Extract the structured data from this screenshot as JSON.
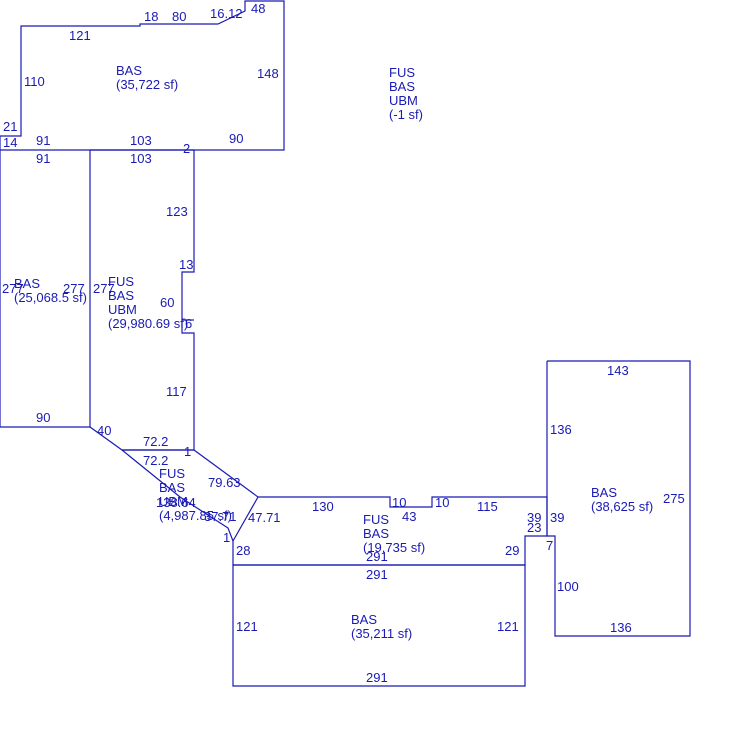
{
  "areas": [
    {
      "id": "top",
      "lines": [
        "BAS",
        "(35,722 sf)"
      ]
    },
    {
      "id": "floating",
      "lines": [
        "FUS",
        "BAS",
        "UBM",
        "(-1 sf)"
      ]
    },
    {
      "id": "left",
      "lines": [
        "BAS",
        "(25,068.5 sf)"
      ]
    },
    {
      "id": "center",
      "lines": [
        "FUS",
        "BAS",
        "UBM",
        "(29,980.69 sf)"
      ]
    },
    {
      "id": "small",
      "lines": [
        "FUS",
        "BAS",
        "UBM",
        "(4,987.85 sf)"
      ]
    },
    {
      "id": "mid",
      "lines": [
        "FUS",
        "BAS",
        "(19,735 sf)"
      ]
    },
    {
      "id": "right",
      "lines": [
        "BAS",
        "(38,625 sf)"
      ]
    },
    {
      "id": "bottom",
      "lines": [
        "BAS",
        "(35,211 sf)"
      ]
    }
  ],
  "dimensions": [
    "121",
    "18",
    "80",
    "16.12",
    "48",
    "110",
    "148",
    "21",
    "14",
    "91",
    "103",
    "90",
    "91",
    "103",
    "2",
    "123",
    "13",
    "60",
    "6",
    "117",
    "277",
    "277",
    "277",
    "90",
    "40",
    "72.2",
    "72.2",
    "1",
    "79.63",
    "138.64",
    "37.71",
    "47.71",
    "1",
    "130",
    "10",
    "10",
    "43",
    "115",
    "39",
    "23",
    "39",
    "7",
    "28",
    "291",
    "29",
    "291",
    "121",
    "121",
    "291",
    "143",
    "136",
    "275",
    "100",
    "136"
  ]
}
